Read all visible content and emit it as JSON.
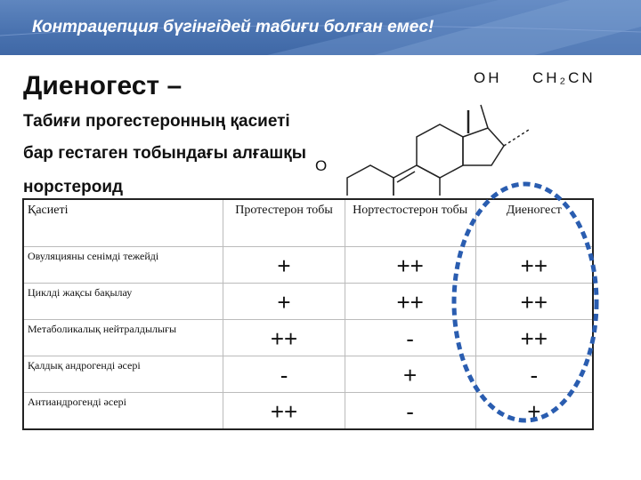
{
  "banner": {
    "title": "Контрацепция бүгінгідей табиғи болған емес!"
  },
  "heading": {
    "title": "Диеногест –"
  },
  "description": {
    "lines": [
      "Табиғи прогестеронның қасиеті",
      "бар гестаген тобындағы алғашқы",
      "норстероид"
    ]
  },
  "molecule": {
    "oh_label": "OH",
    "cn_label": "CH₂CN",
    "ketone_label": "O"
  },
  "table": {
    "headers": [
      "Қасиеті",
      "Протестерон тобы",
      "Нортестостерон тобы",
      "Диеногест"
    ],
    "rows": [
      {
        "label": "Овуляцияны  сенімді тежейді",
        "values": [
          "+",
          "++",
          "++"
        ]
      },
      {
        "label": "Циклді жақсы бақылау",
        "values": [
          "+",
          "++",
          "++"
        ]
      },
      {
        "label": "Метаболикалық нейтралдылығы",
        "values": [
          "++",
          "-",
          "++"
        ]
      },
      {
        "label": "Қалдық андрогенді  әсері",
        "values": [
          "-",
          "+",
          "-"
        ]
      },
      {
        "label": "Антиандрогенді  әсері",
        "values": [
          "++",
          "-",
          "+"
        ]
      }
    ]
  },
  "colors": {
    "banner": "#4a73b0",
    "highlight_ellipse": "#2a5db0"
  }
}
